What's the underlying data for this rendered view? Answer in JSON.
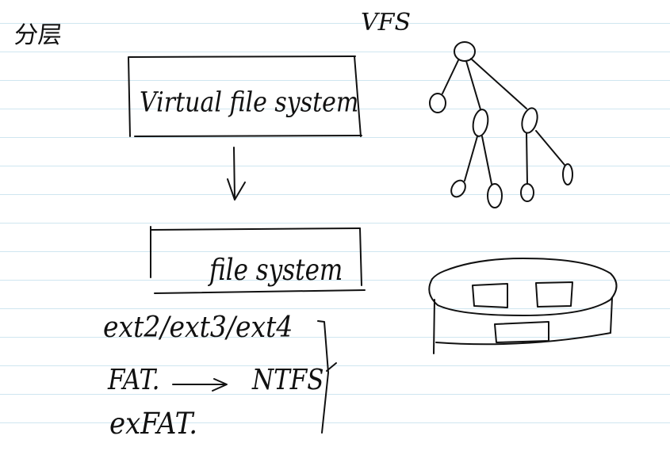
{
  "page": {
    "ink_color": "#111111",
    "rule_line_color": "#cfe6f0",
    "background_color": "#ffffff"
  },
  "heading": {
    "layer": "分层",
    "vfs": "VFS"
  },
  "boxes": {
    "virtual_label": "Virtual file system",
    "fs_label": "file system"
  },
  "filesystems": {
    "ext": "ext2/ext3/ext4",
    "fat": "FAT.",
    "ntfs": "NTFS",
    "exfat": "exFAT."
  },
  "icons": {
    "arrow_down": "down-arrow-icon",
    "arrow_right": "right-arrow-icon",
    "brace": "right-brace-icon",
    "tree": "tree-diagram-icon",
    "disk": "disk-icon"
  }
}
